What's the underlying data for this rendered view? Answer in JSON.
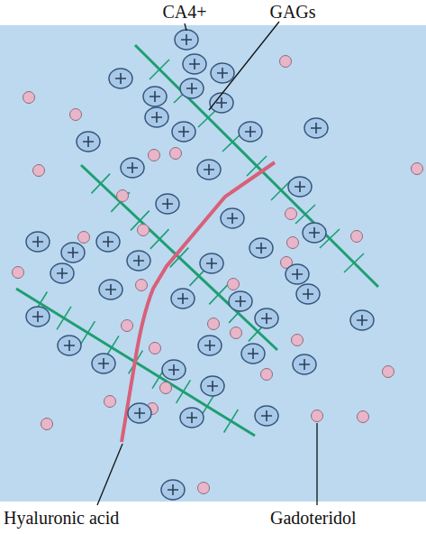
{
  "diagram": {
    "labels": [
      "CA4+",
      "GAGs",
      "Hyaluronic acid",
      "Gadoteridol"
    ]
  }
}
